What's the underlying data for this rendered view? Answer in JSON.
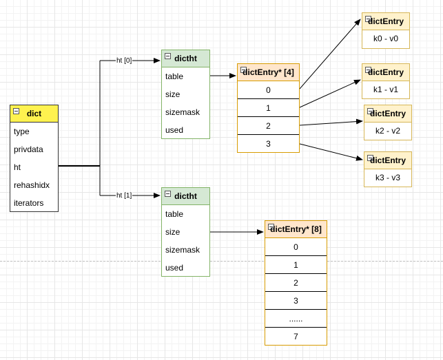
{
  "dict": {
    "title": "dict",
    "fields": [
      "type",
      "privdata",
      "ht",
      "rehashidx",
      "iterators"
    ]
  },
  "ht0_label": "ht [0]",
  "ht1_label": "ht [1]",
  "dictht0": {
    "title": "dictht",
    "fields": [
      "table",
      "size",
      "sizemask",
      "used"
    ]
  },
  "dictht1": {
    "title": "dictht",
    "fields": [
      "table",
      "size",
      "sizemask",
      "used"
    ]
  },
  "table4": {
    "title": "dictEntry* [4]",
    "cells": [
      "0",
      "1",
      "2",
      "3"
    ]
  },
  "table8": {
    "title": "dictEntry* [8]",
    "cells": [
      "0",
      "1",
      "2",
      "3",
      "......",
      "7"
    ]
  },
  "entries": [
    {
      "title": "dictEntry",
      "kv": "k0 -  v0"
    },
    {
      "title": "dictEntry",
      "kv": "k1 -  v1"
    },
    {
      "title": "dictEntry",
      "kv": "k2 -  v2"
    },
    {
      "title": "dictEntry",
      "kv": "k3 -  v3"
    }
  ],
  "colors": {
    "dict_header": "#fff24f",
    "dictht_header": "#d5e8d4",
    "dictht_border": "#82b366",
    "table_header": "#ffe6cc",
    "table_border": "#d79b00",
    "entry_header": "#fff2cc",
    "entry_border": "#d6b656"
  }
}
